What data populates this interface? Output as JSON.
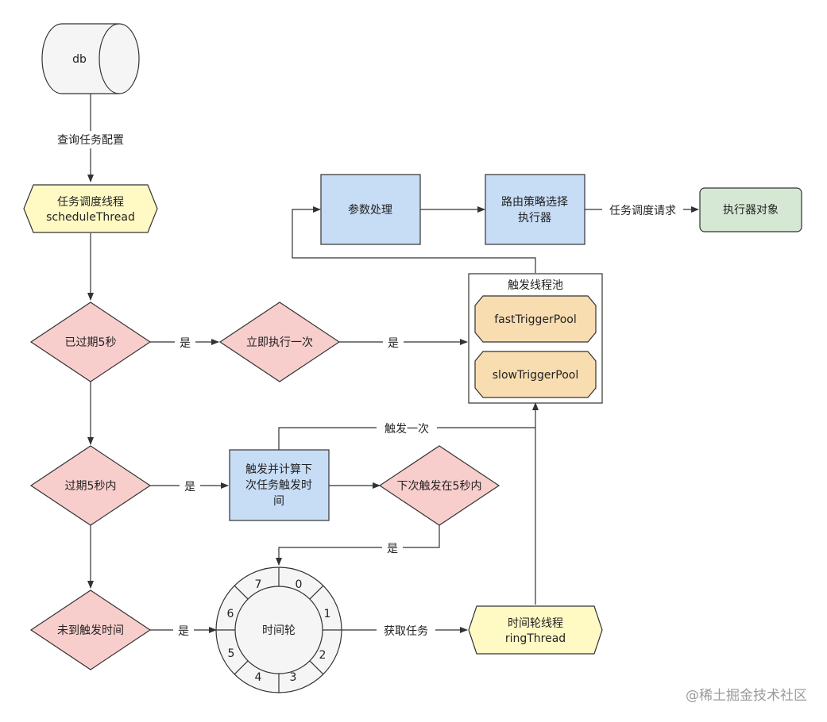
{
  "nodes": {
    "db": "db",
    "schedule_thread": [
      "任务调度线程",
      "scheduleThread"
    ],
    "expired_5s": "已过期5秒",
    "execute_once": "立即执行一次",
    "within_5s": "过期5秒内",
    "trigger_calc": [
      "触发并计算下",
      "次任务触发时",
      "间"
    ],
    "next_within_5s": "下次触发在5秒内",
    "not_yet": "未到触发时间",
    "time_wheel": "时间轮",
    "wheel_slots": [
      "0",
      "1",
      "2",
      "3",
      "4",
      "5",
      "6",
      "7"
    ],
    "ring_thread": [
      "时间轮线程",
      "ringThread"
    ],
    "trigger_pool": "触发线程池",
    "fast_pool": "fastTriggerPool",
    "slow_pool": "slowTriggerPool",
    "param_process": "参数处理",
    "route_select": [
      "路由策略选择",
      "执行器"
    ],
    "executor_obj": "执行器对象"
  },
  "edges": {
    "query_config": "查询任务配置",
    "yes": "是",
    "trigger_once": "触发一次",
    "fetch_task": "获取任务",
    "dispatch_request": "任务调度请求"
  },
  "watermark": "@稀土掘金技术社区",
  "colors": {
    "stroke": "#333333",
    "yellow": "#fff2cc",
    "pink": "#f8cecc",
    "blue": "#c7dcf5",
    "orange": "#f8ddb0",
    "green": "#d5e8d4",
    "gray": "#f5f5f5"
  }
}
